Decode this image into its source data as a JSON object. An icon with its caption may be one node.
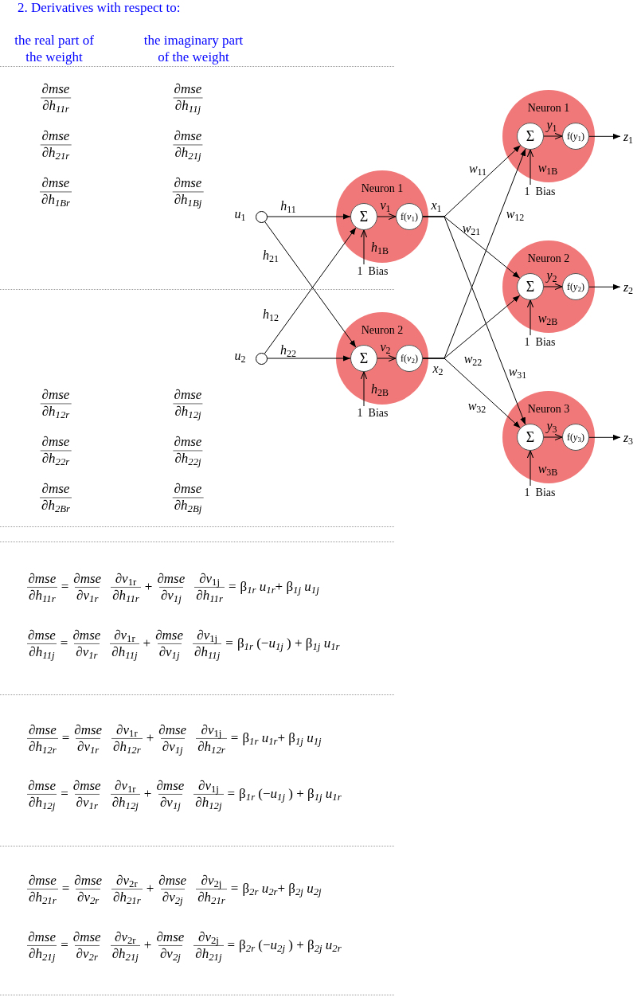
{
  "diagram": {
    "title": "2. Derivatives with respect to:",
    "nodes": [
      {
        "text": [],
        "shape": "circle",
        "beside": [
          "*u*$_{1}$"
        ]
      },
      {
        "text": [],
        "shape": "circle",
        "beside": [
          "*u*$_{2}$"
        ]
      },
      {
        "text": [
          "Neuron 1"
        ]
      },
      {
        "text": [
          "Σ"
        ],
        "in": 2
      },
      {
        "text": [
          "f(*v*$_{1}$)"
        ],
        "in": 2
      },
      {
        "text": [
          "1",
          "Bias"
        ]
      },
      {
        "text": [
          "Neuron 2"
        ]
      },
      {
        "text": [
          "Σ"
        ],
        "in": 6
      },
      {
        "text": [
          "f(*v*$_{2}$)"
        ],
        "in": 6
      },
      {
        "text": [
          "1",
          "Bias"
        ]
      },
      {
        "text": [
          "Neuron 1"
        ]
      },
      {
        "text": [
          "Σ"
        ],
        "in": 10
      },
      {
        "text": [
          "f(*y*$_{1}$)"
        ],
        "in": 10
      },
      {
        "text": [
          "1",
          "Bias"
        ]
      },
      {
        "text": [
          "*z*$_{1}$"
        ]
      },
      {
        "text": [
          "Neuron 2"
        ]
      },
      {
        "text": [
          "Σ"
        ],
        "in": 15
      },
      {
        "text": [
          "f(*y*$_{2}$)"
        ],
        "in": 15
      },
      {
        "text": [
          "1",
          "Bias"
        ]
      },
      {
        "text": [
          "*z*$_{2}$"
        ]
      },
      {
        "text": [
          "Neuron 3"
        ]
      },
      {
        "text": [
          "Σ"
        ],
        "in": 20
      },
      {
        "text": [
          "f(*y*$_{3}$)"
        ],
        "in": 20
      },
      {
        "text": [
          "1",
          "Bias"
        ]
      },
      {
        "text": [
          "*z*$_{3}$"
        ]
      }
    ],
    "edges": [
      {
        "from": 0,
        "to": 3,
        "arrow": "to",
        "label": "*h*$_{11}$"
      },
      {
        "from": 0,
        "to": 7,
        "arrow": "to",
        "label": "*h*$_{21}$"
      },
      {
        "from": 1,
        "to": 3,
        "arrow": "to",
        "label": "*h*$_{12}$"
      },
      {
        "from": 1,
        "to": 7,
        "arrow": "to",
        "label": "*h*$_{22}$"
      },
      {
        "from": 3,
        "to": 4,
        "arrow": "to",
        "label": "*v*$_{1}$"
      },
      {
        "from": 5,
        "to": 3,
        "arrow": "to",
        "label": "*h*$_{1B}$"
      },
      {
        "from": 7,
        "to": 8,
        "arrow": "to",
        "label": "*v*$_{2}$"
      },
      {
        "from": 9,
        "to": 7,
        "arrow": "to",
        "label": "*h*$_{2B}$"
      },
      {
        "from": 4,
        "to": 11,
        "arrow": "to",
        "label": "*w*$_{11}$"
      },
      {
        "from": 4,
        "to": 16,
        "arrow": "to",
        "label": "*w*$_{21}$"
      },
      {
        "from": 4,
        "to": 21,
        "arrow": "to",
        "label": "*w*$_{31}$"
      },
      {
        "from": 8,
        "to": 11,
        "arrow": "to",
        "label": "*w*$_{12}$"
      },
      {
        "from": 8,
        "to": 16,
        "arrow": "to",
        "label": "*w*$_{22}$"
      },
      {
        "from": 8,
        "to": 21,
        "arrow": "to",
        "label": "*w*$_{32}$"
      },
      {
        "from": 11,
        "to": 12,
        "arrow": "to",
        "label": "*y*$_{1}$"
      },
      {
        "from": 13,
        "to": 11,
        "arrow": "to",
        "label": "*w*$_{1B}$"
      },
      {
        "from": 12,
        "to": 14,
        "arrow": "to"
      },
      {
        "from": 16,
        "to": 17,
        "arrow": "to",
        "label": "*y*$_{2}$"
      },
      {
        "from": 18,
        "to": 16,
        "arrow": "to",
        "label": "*w*$_{2B}$"
      },
      {
        "from": 17,
        "to": 19,
        "arrow": "to"
      },
      {
        "from": 21,
        "to": 22,
        "arrow": "to",
        "label": "*y*$_{3}$"
      },
      {
        "from": 23,
        "to": 21,
        "arrow": "to",
        "label": "*w*$_{3B}$"
      },
      {
        "from": 22,
        "to": 24,
        "arrow": "to"
      }
    ],
    "labels": [
      "the real part of the weight",
      "the imaginary part of the weight",
      "∂*mse*",
      "∂*h*$_{11r}$",
      "∂*mse*",
      "∂*h*$_{11j}$",
      "∂*mse*",
      "∂*h*$_{21r}$",
      "∂*mse*",
      "∂*h*$_{21j}$",
      "∂*mse*",
      "∂*h*$_{1Br}$",
      "∂*mse*",
      "∂*h*$_{1Bj}$",
      "∂*mse*",
      "∂*h*$_{12r}$",
      "∂*mse*",
      "∂*h*$_{12j}$",
      "∂*mse*",
      "∂*h*$_{22r}$",
      "∂*mse*",
      "∂*h*$_{22j}$",
      "∂*mse*",
      "∂*h*$_{2Br}$",
      "∂*mse*",
      "∂*h*$_{2Bj}$",
      "*x*$_{1}$",
      "*x*$_{2}$",
      "∂*mse*",
      "∂*h*$_{11r}$",
      "=",
      "∂*mse*",
      "∂*v*$_{1r}$",
      "∂*v*$_{1r}$",
      "∂*h*$_{11r}$",
      "+",
      "∂*mse*",
      "∂*v*$_{1j}$",
      "∂*v*$_{1j}$",
      "∂*h*$_{11r}$",
      "=",
      "β$_{1r}$ *u*$_{1r}$+ β$_{1j}$ *u*$_{1j}$",
      "∂*mse*",
      "∂*h*$_{11j}$",
      "=",
      "∂*mse*",
      "∂*v*$_{1r}$",
      "∂*v*$_{1r}$",
      "∂*h*$_{11j}$",
      "+",
      "∂*mse*",
      "∂*v*$_{1j}$",
      "∂*v*$_{1j}$",
      "∂*h*$_{11j}$",
      "=",
      "β$_{1r}$ (−*u*$_{1j}$ ) + β$_{1j}$ *u*$_{1r}$",
      "∂*mse*",
      "∂*h*$_{12r}$",
      "=",
      "∂*mse*",
      "∂*v*$_{1r}$",
      "∂*v*$_{1r}$",
      "∂*h*$_{12r}$",
      "+",
      "∂*mse*",
      "∂*v*$_{1j}$",
      "∂*v*$_{1j}$",
      "∂*h*$_{12r}$",
      "=",
      "β$_{1r}$ *u*$_{1r}$+ β$_{1j}$ *u*$_{1j}$",
      "∂*mse*",
      "∂*h*$_{12j}$",
      "=",
      "∂*mse*",
      "∂*v*$_{1r}$",
      "∂*v*$_{1r}$",
      "∂*h*$_{12j}$",
      "+",
      "∂*mse*",
      "∂*v*$_{1j}$",
      "∂*v*$_{1j}$",
      "∂*h*$_{12j}$",
      "=",
      "β$_{1r}$ (−*u*$_{1j}$ ) + β$_{1j}$ *u*$_{1r}$",
      "∂*mse*",
      "∂*h*$_{21r}$",
      "=",
      "∂*mse*",
      "∂*v*$_{2r}$",
      "∂*v*$_{2r}$",
      "∂*h*$_{21r}$",
      "+",
      "∂*mse*",
      "∂*v*$_{2j}$",
      "∂*v*$_{2j}$",
      "∂*h*$_{21r}$",
      "=",
      "β$_{2r}$ *u*$_{2r}$+ β$_{2j}$ *u*$_{2j}$",
      "∂*mse*",
      "∂*h*$_{21j}$",
      "=",
      "∂*mse*",
      "∂*v*$_{2r}$",
      "∂*v*$_{2r}$",
      "∂*h*$_{21j}$",
      "+",
      "∂*mse*",
      "∂*v*$_{2j}$",
      "∂*v*$_{2j}$",
      "∂*h*$_{21j}$",
      "=",
      "β$_{2r}$ (−*u*$_{2j}$ ) + β$_{2j}$ *u*$_{2r}$"
    ]
  }
}
